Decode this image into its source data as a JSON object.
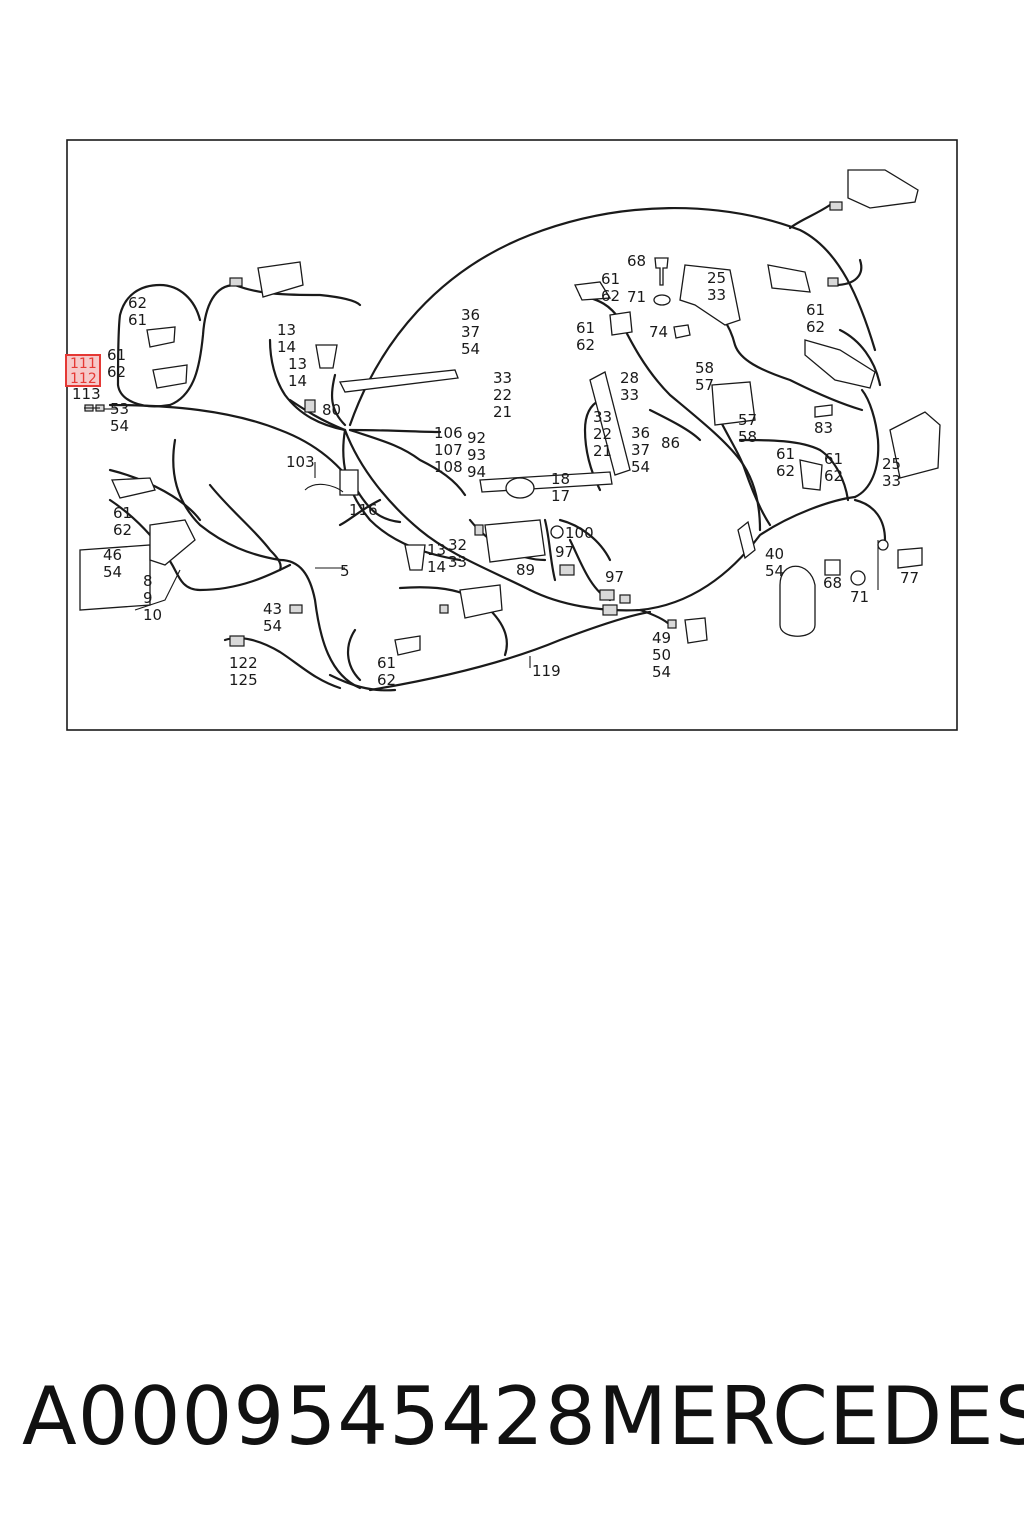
{
  "highlight": {
    "color": "#e53935",
    "fill": "#f6c9c9"
  },
  "callouts": {
    "c001": "62",
    "c002": "61",
    "c003": "61",
    "c004": "62",
    "c005": "111",
    "c006": "112",
    "c007": "113",
    "c008": "53",
    "c009": "54",
    "c010": "61",
    "c011": "62",
    "c012": "46",
    "c013": "54",
    "c014": "8",
    "c015": "9",
    "c016": "10",
    "c017": "13",
    "c018": "14",
    "c019": "13",
    "c020": "14",
    "c021": "80",
    "c022": "103",
    "c023": "116",
    "c024": "36",
    "c025": "37",
    "c026": "54",
    "c027": "33",
    "c028": "22",
    "c029": "21",
    "c030": "106",
    "c031": "107",
    "c032": "108",
    "c033": "92",
    "c034": "93",
    "c035": "94",
    "c036": "5",
    "c037": "43",
    "c038": "54",
    "c039": "122",
    "c040": "125",
    "c041": "61",
    "c042": "62",
    "c043": "13",
    "c044": "14",
    "c045": "32",
    "c046": "33",
    "c047": "119",
    "c048": "89",
    "c049": "97",
    "c050": "100",
    "c051": "97",
    "c052": "18",
    "c053": "17",
    "c054": "28",
    "c055": "33",
    "c056": "33",
    "c057": "22",
    "c058": "21",
    "c059": "36",
    "c060": "37",
    "c061": "54",
    "c062": "86",
    "c063": "49",
    "c064": "50",
    "c065": "54",
    "c066": "61",
    "c067": "62",
    "c068": "71",
    "c069": "68",
    "c070": "61",
    "c071": "62",
    "c072": "74",
    "c073": "25",
    "c074": "33",
    "c075": "58",
    "c076": "57",
    "c077": "57",
    "c078": "58",
    "c079": "83",
    "c080": "61",
    "c081": "62",
    "c082": "61",
    "c083": "62",
    "c084": "61",
    "c085": "62",
    "c086": "25",
    "c087": "33",
    "c088": "40",
    "c089": "54",
    "c090": "68",
    "c091": "71",
    "c092": "77"
  },
  "footer": {
    "part_number": "A0009545428",
    "brand": "MERCEDES"
  }
}
